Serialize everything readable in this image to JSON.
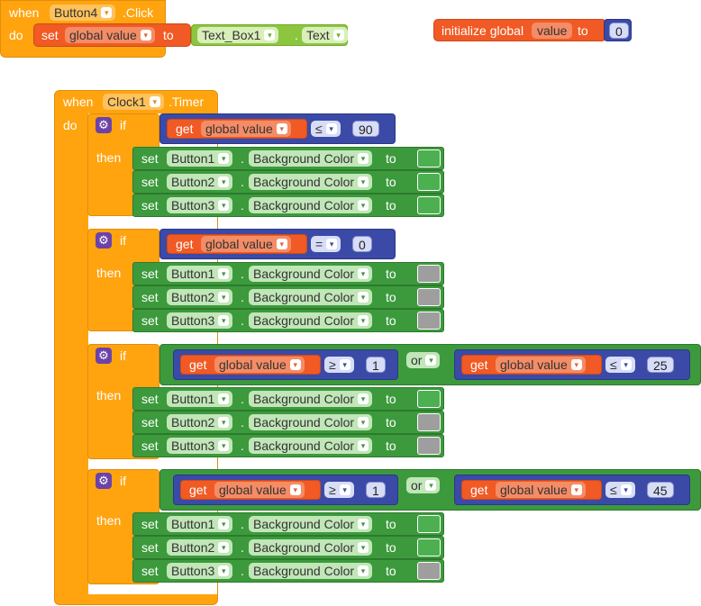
{
  "colors": {
    "event_orange": "#ffa40f",
    "variable_red": "#f15a24",
    "set_green": "#3c9a3c",
    "component_lime": "#8cc63f",
    "logic_blue": "#3b4aa6",
    "swatch_green": "#4caf50",
    "swatch_gray": "#9e9e9e"
  },
  "click_block": {
    "when": "when",
    "component": "Button4",
    "event": ".Click",
    "do": "do",
    "set": "set",
    "var": "global value",
    "to": "to",
    "text_component": "Text_Box1",
    "dot": ".",
    "text_prop": "Text"
  },
  "global_init": {
    "label": "initialize global",
    "name": "value",
    "to": "to",
    "initial": "0"
  },
  "timer_block": {
    "when": "when",
    "component": "Clock1",
    "event": ".Timer",
    "do": "do"
  },
  "common": {
    "if": "if",
    "then": "then",
    "set": "set",
    "get": "get",
    "to": "to",
    "dot": ".",
    "var": "global value",
    "prop": "Background Color",
    "or": "or"
  },
  "if_blocks": [
    {
      "conditions": [
        {
          "op": "≤",
          "value": "90"
        }
      ],
      "rows": [
        {
          "component": "Button1",
          "color": "green"
        },
        {
          "component": "Button2",
          "color": "green"
        },
        {
          "component": "Button3",
          "color": "green"
        }
      ]
    },
    {
      "conditions": [
        {
          "op": "=",
          "value": "0"
        }
      ],
      "rows": [
        {
          "component": "Button1",
          "color": "gray"
        },
        {
          "component": "Button2",
          "color": "gray"
        },
        {
          "component": "Button3",
          "color": "gray"
        }
      ]
    },
    {
      "conditions": [
        {
          "op": "≥",
          "value": "1"
        },
        {
          "op": "≤",
          "value": "25"
        }
      ],
      "rows": [
        {
          "component": "Button1",
          "color": "green"
        },
        {
          "component": "Button2",
          "color": "gray"
        },
        {
          "component": "Button3",
          "color": "gray"
        }
      ]
    },
    {
      "conditions": [
        {
          "op": "≥",
          "value": "1"
        },
        {
          "op": "≤",
          "value": "45"
        }
      ],
      "rows": [
        {
          "component": "Button1",
          "color": "green"
        },
        {
          "component": "Button2",
          "color": "green"
        },
        {
          "component": "Button3",
          "color": "gray"
        }
      ]
    }
  ]
}
